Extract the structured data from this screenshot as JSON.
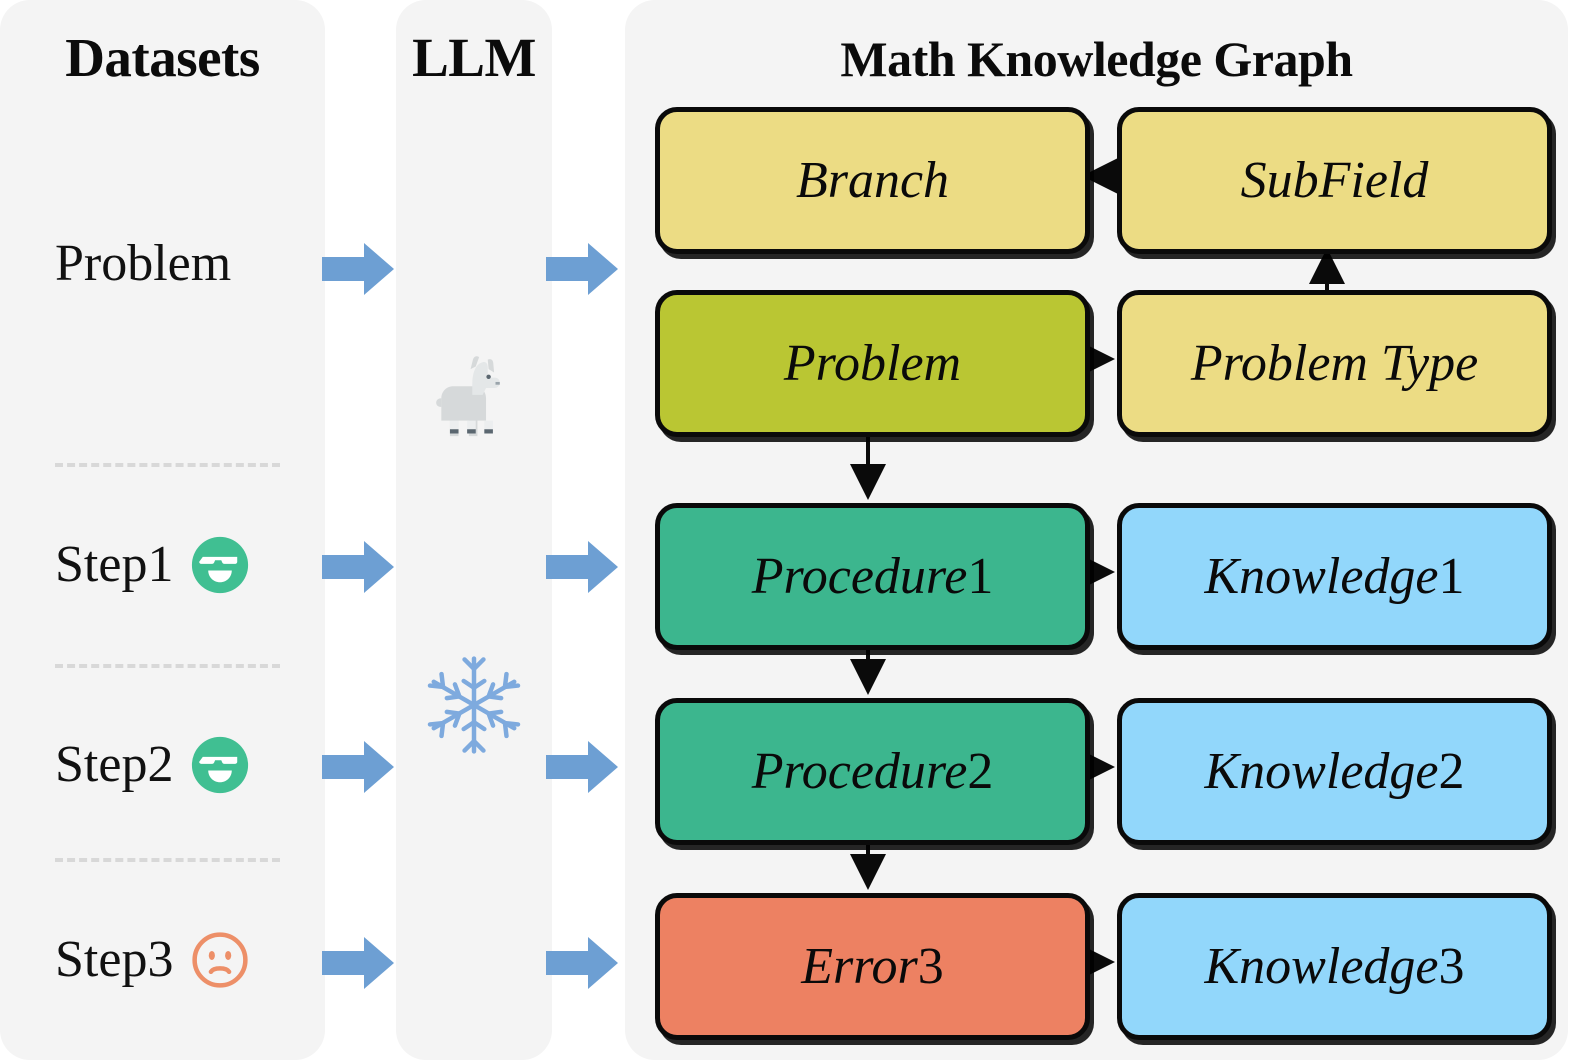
{
  "panels": {
    "datasets": {
      "title": "Datasets",
      "rows": [
        {
          "label": "Problem",
          "icon": null
        },
        {
          "label": "Step1",
          "icon": "smiling-face-with-sunglasses-icon"
        },
        {
          "label": "Step2",
          "icon": "smiling-face-with-sunglasses-icon"
        },
        {
          "label": "Step3",
          "icon": "frowning-face-icon"
        }
      ]
    },
    "llm": {
      "title": "LLM",
      "icons": [
        "llama-icon",
        "snowflake-icon"
      ]
    },
    "graph": {
      "title": "Math Knowledge Graph"
    }
  },
  "flow_arrows": [
    {
      "name": "arrow-datasets-to-llm-problem"
    },
    {
      "name": "arrow-llm-to-graph-problem"
    },
    {
      "name": "arrow-datasets-to-llm-step1"
    },
    {
      "name": "arrow-llm-to-graph-step1"
    },
    {
      "name": "arrow-datasets-to-llm-step2"
    },
    {
      "name": "arrow-llm-to-graph-step2"
    },
    {
      "name": "arrow-datasets-to-llm-step3"
    },
    {
      "name": "arrow-llm-to-graph-step3"
    }
  ],
  "nodes": {
    "branch": {
      "word": "Branch",
      "num": ""
    },
    "subfield": {
      "word": "SubField",
      "num": ""
    },
    "problem": {
      "word": "Problem",
      "num": ""
    },
    "problemtype": {
      "word": "Problem Type",
      "num": ""
    },
    "procedure1": {
      "word": "Procedure",
      "num": "1"
    },
    "knowledge1": {
      "word": "Knowledge",
      "num": "1"
    },
    "procedure2": {
      "word": "Procedure",
      "num": "2"
    },
    "knowledge2": {
      "word": "Knowledge",
      "num": "2"
    },
    "error3": {
      "word": "Error",
      "num": "3"
    },
    "knowledge3": {
      "word": "Knowledge",
      "num": "3"
    }
  },
  "edges": [
    {
      "name": "edge-subfield-to-branch",
      "from": "subfield",
      "to": "branch"
    },
    {
      "name": "edge-problemtype-to-subfield",
      "from": "problemtype",
      "to": "subfield"
    },
    {
      "name": "edge-problem-to-problemtype",
      "from": "problem",
      "to": "problemtype"
    },
    {
      "name": "edge-problem-to-procedure1",
      "from": "problem",
      "to": "procedure1"
    },
    {
      "name": "edge-procedure1-to-knowledge1",
      "from": "procedure1",
      "to": "knowledge1"
    },
    {
      "name": "edge-procedure1-to-procedure2",
      "from": "procedure1",
      "to": "procedure2"
    },
    {
      "name": "edge-procedure2-to-knowledge2",
      "from": "procedure2",
      "to": "knowledge2"
    },
    {
      "name": "edge-procedure2-to-error3",
      "from": "procedure2",
      "to": "error3"
    },
    {
      "name": "edge-error3-to-knowledge3",
      "from": "error3",
      "to": "knowledge3"
    }
  ],
  "colors": {
    "panel_background": "#f4f4f4",
    "node_yellow": "#ecdc84",
    "node_olive": "#bac633",
    "node_green": "#3cb68e",
    "node_blue": "#92d7fb",
    "node_salmon": "#ed8162",
    "node_border": "#0a0a0a",
    "flow_arrow_blue": "#6d9fd3",
    "face_happy_green": "#40bf92",
    "face_sad_salmon": "#ed8f68",
    "snowflake_blue": "#7eaade",
    "llama_grey": "#d6d9da",
    "dashed_separator": "#d8d8d8"
  }
}
